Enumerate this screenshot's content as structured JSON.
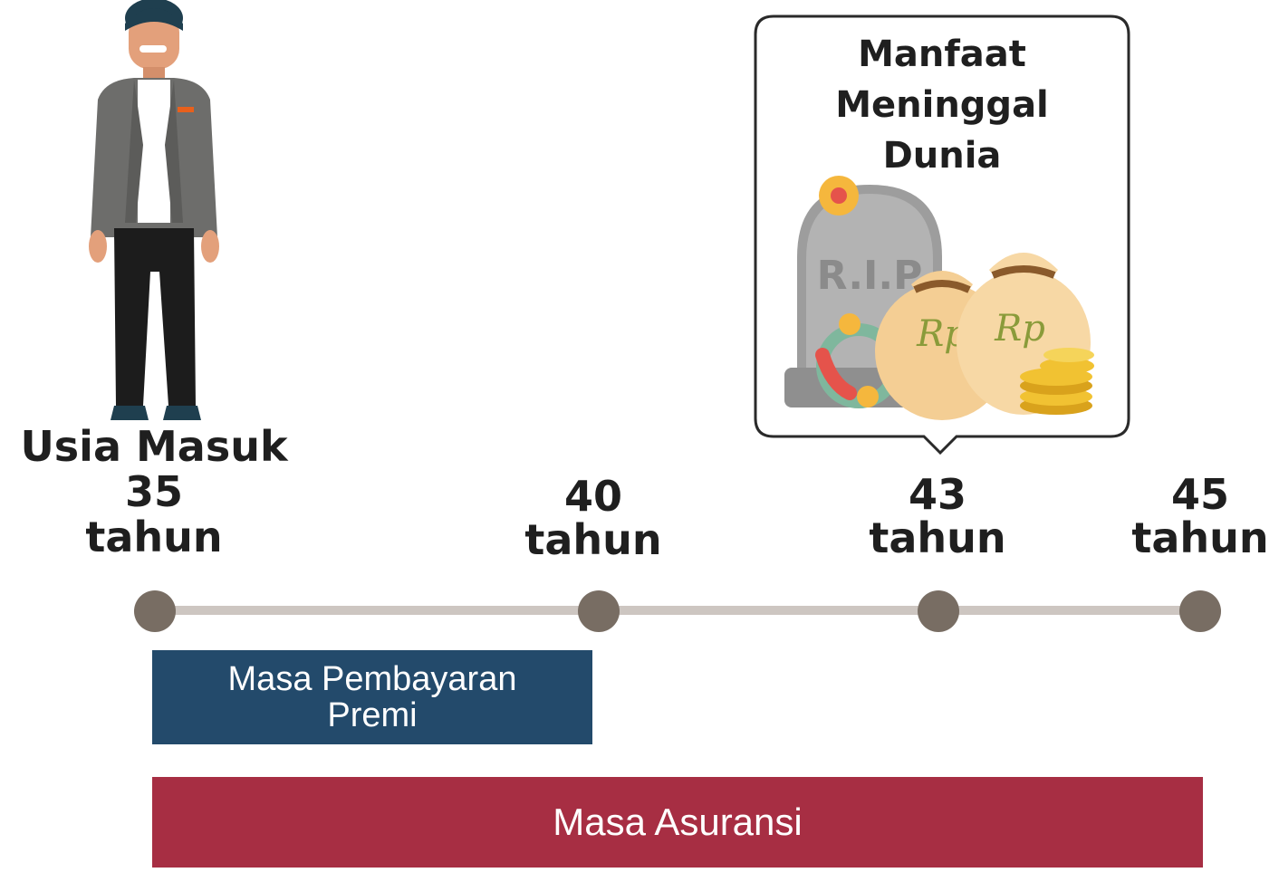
{
  "entry": {
    "heading": "Usia Masuk",
    "age": "35",
    "unit": "tahun"
  },
  "milestones": [
    {
      "age": "40",
      "unit": "tahun"
    },
    {
      "age": "43",
      "unit": "tahun"
    },
    {
      "age": "45",
      "unit": "tahun"
    }
  ],
  "benefit": {
    "title_lines": [
      "Manfaat",
      "Meninggal",
      "Dunia"
    ],
    "tombstone_text": "R.I.P",
    "bag_text": "Rp"
  },
  "periods": {
    "premium": {
      "line1": "Masa Pembayaran",
      "line2": "Premi"
    },
    "insurance": "Masa Asuransi"
  },
  "colors": {
    "premium_bar": "#234a6b",
    "insurance_bar": "#a72e43",
    "timeline_dot": "#786d63",
    "timeline_line": "#cdc6c1"
  }
}
